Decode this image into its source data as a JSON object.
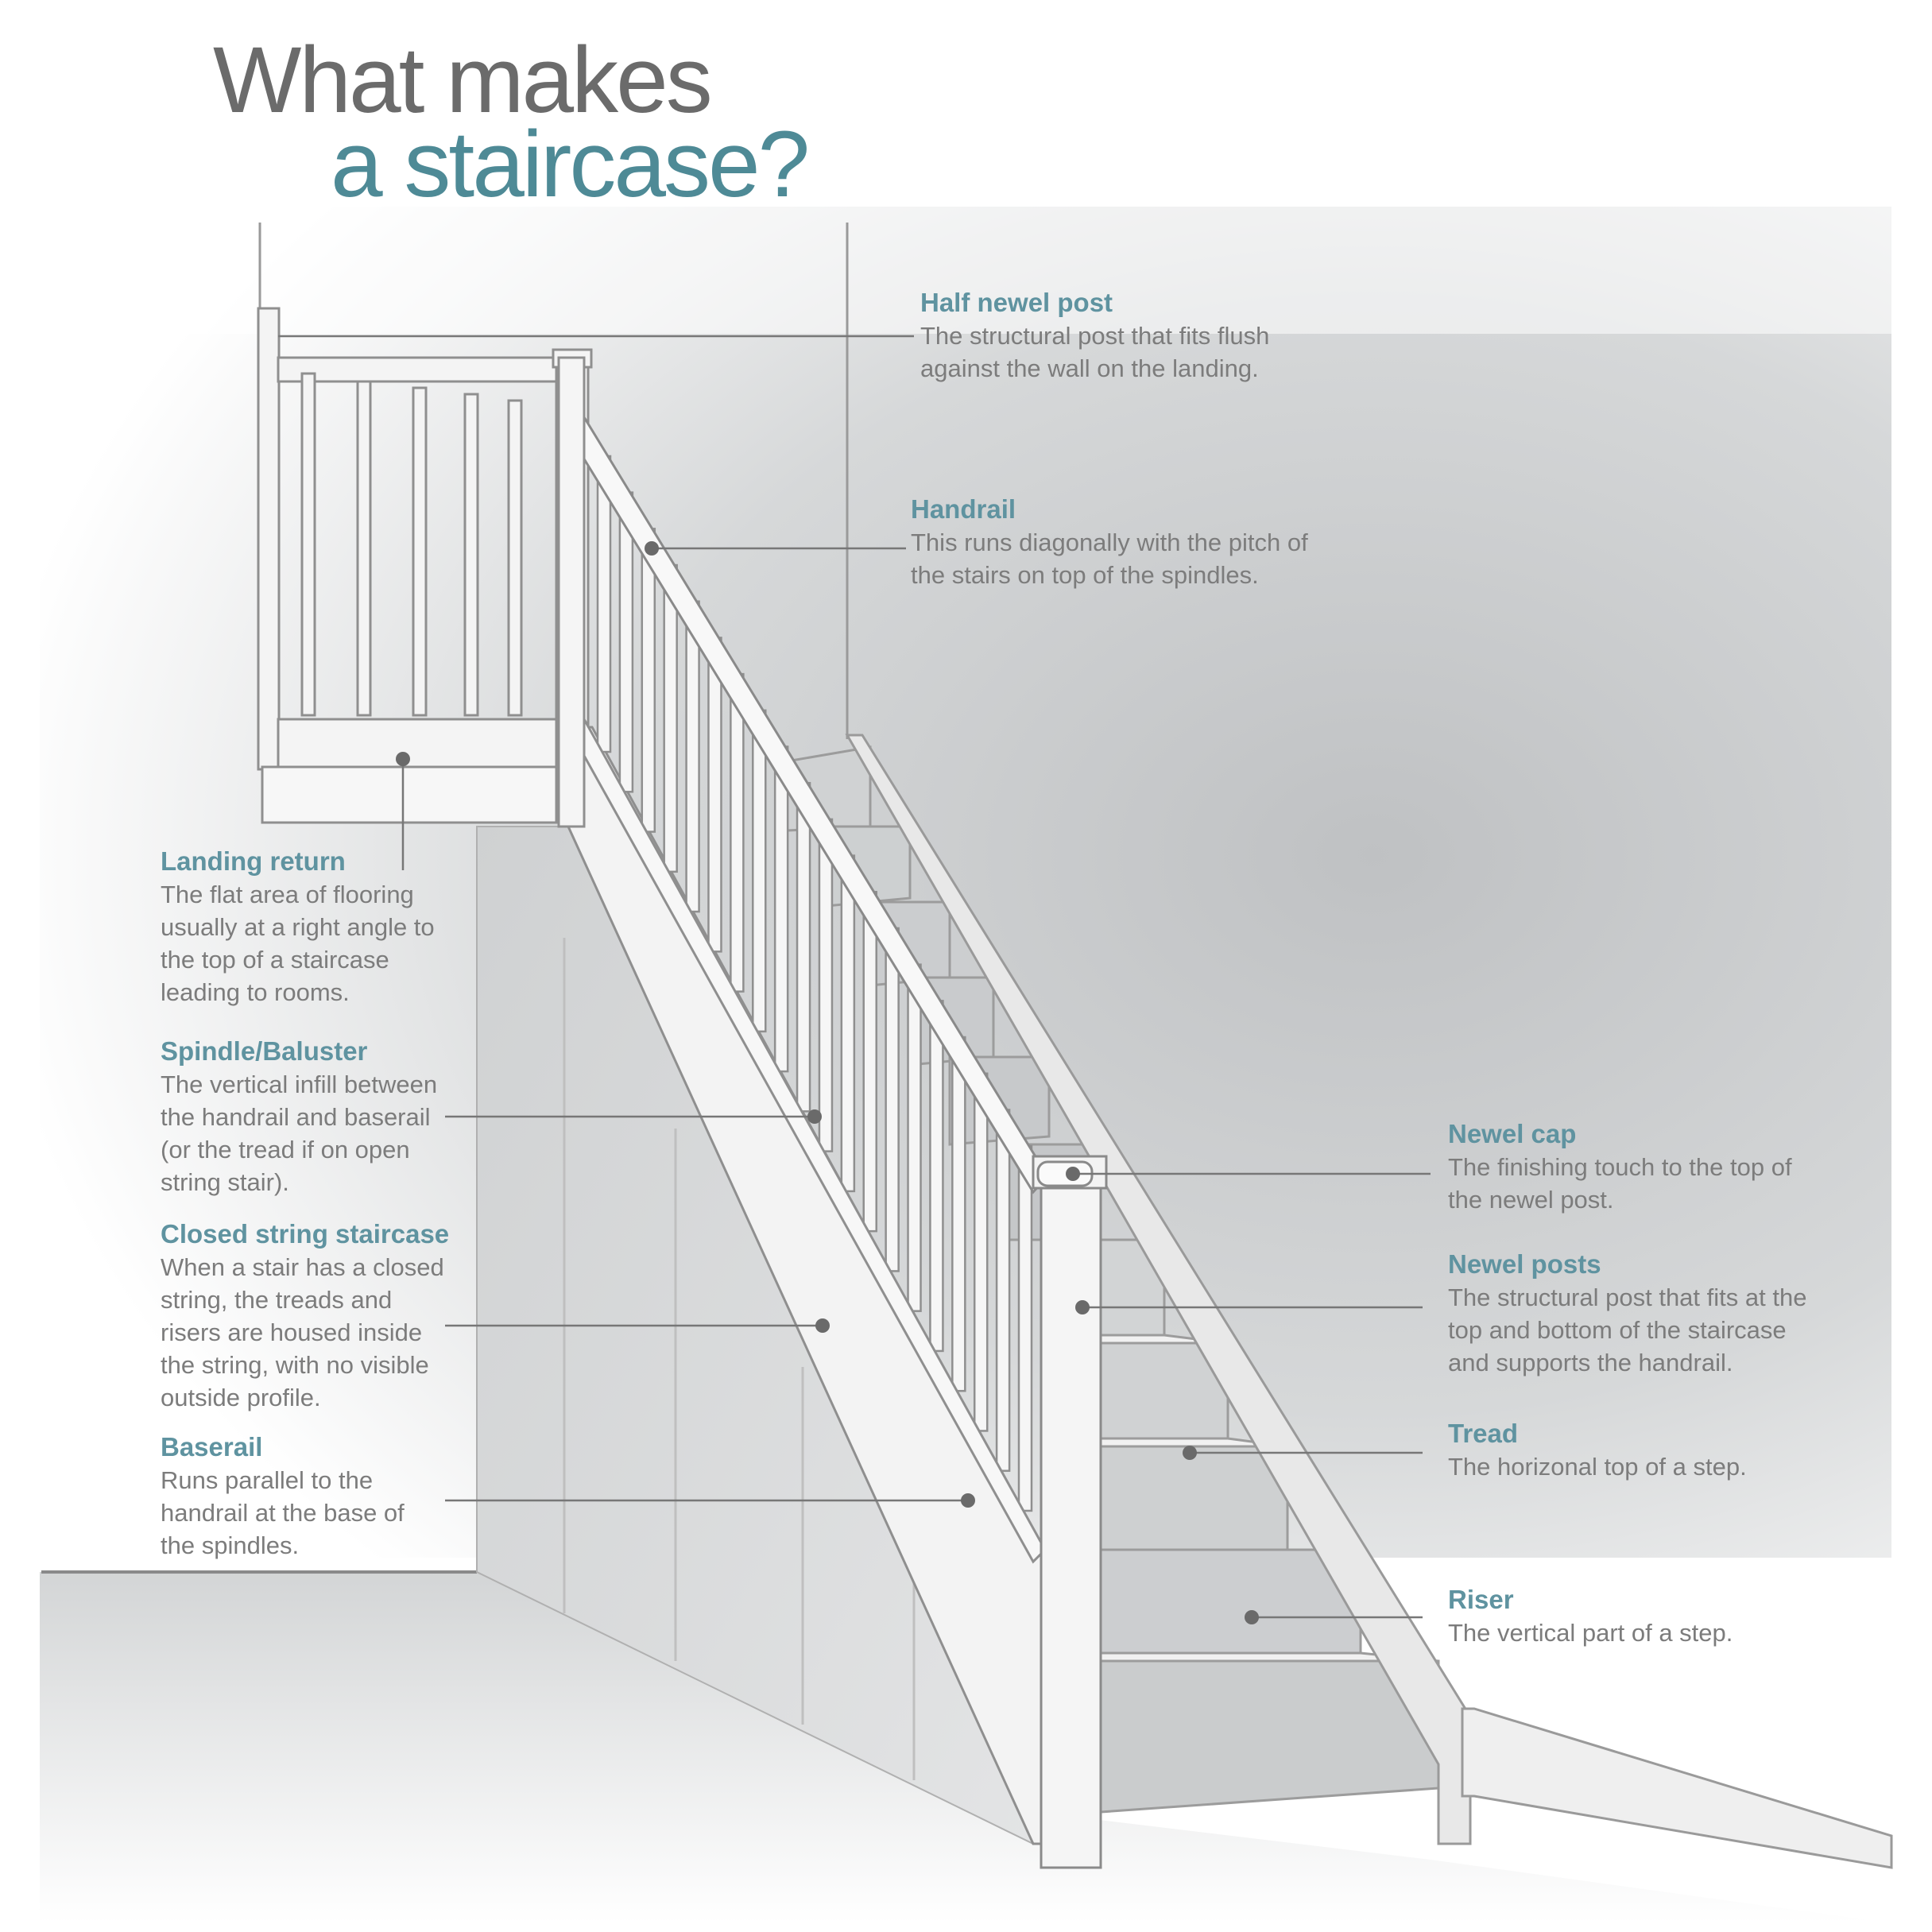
{
  "title": {
    "line1": "What makes",
    "line2": "a staircase?"
  },
  "colors": {
    "accent": "#4e8a96",
    "heading": "#5f93a0",
    "body_text": "#7c7c7c",
    "line": "#777777",
    "wall_shade": "#c9cbcd"
  },
  "callouts": {
    "half_newel_post": {
      "heading": "Half newel post",
      "desc_lines": [
        "The structural post that fits flush",
        "against the wall on the landing."
      ]
    },
    "handrail": {
      "heading": "Handrail",
      "desc_lines": [
        "This runs diagonally with the pitch of",
        "the stairs on top of the spindles."
      ]
    },
    "landing_return": {
      "heading": "Landing return",
      "desc_lines": [
        "The flat area of flooring",
        "usually at a right angle to",
        "the top of a staircase",
        "leading to rooms."
      ]
    },
    "spindle_baluster": {
      "heading": "Spindle/Baluster",
      "desc_lines": [
        "The vertical infill between",
        "the handrail and baserail",
        "(or the tread if on open",
        "string stair)."
      ]
    },
    "closed_string": {
      "heading": "Closed string staircase",
      "desc_lines": [
        "When a stair has a closed",
        "string, the treads and",
        "risers are housed inside",
        "the string, with no visible",
        "outside profile."
      ]
    },
    "baserail": {
      "heading": "Baserail",
      "desc_lines": [
        "Runs parallel to the",
        "handrail at the base of",
        "the spindles."
      ]
    },
    "newel_cap": {
      "heading": "Newel cap",
      "desc_lines": [
        "The finishing touch to the top of",
        "the newel post."
      ]
    },
    "newel_posts": {
      "heading": "Newel posts",
      "desc_lines": [
        "The structural post that fits at the",
        "top and bottom of the staircase",
        "and supports the handrail."
      ]
    },
    "tread": {
      "heading": "Tread",
      "desc_lines": [
        "The horizonal top of a step."
      ]
    },
    "riser": {
      "heading": "Riser",
      "desc_lines": [
        "The vertical part of a step."
      ]
    }
  }
}
